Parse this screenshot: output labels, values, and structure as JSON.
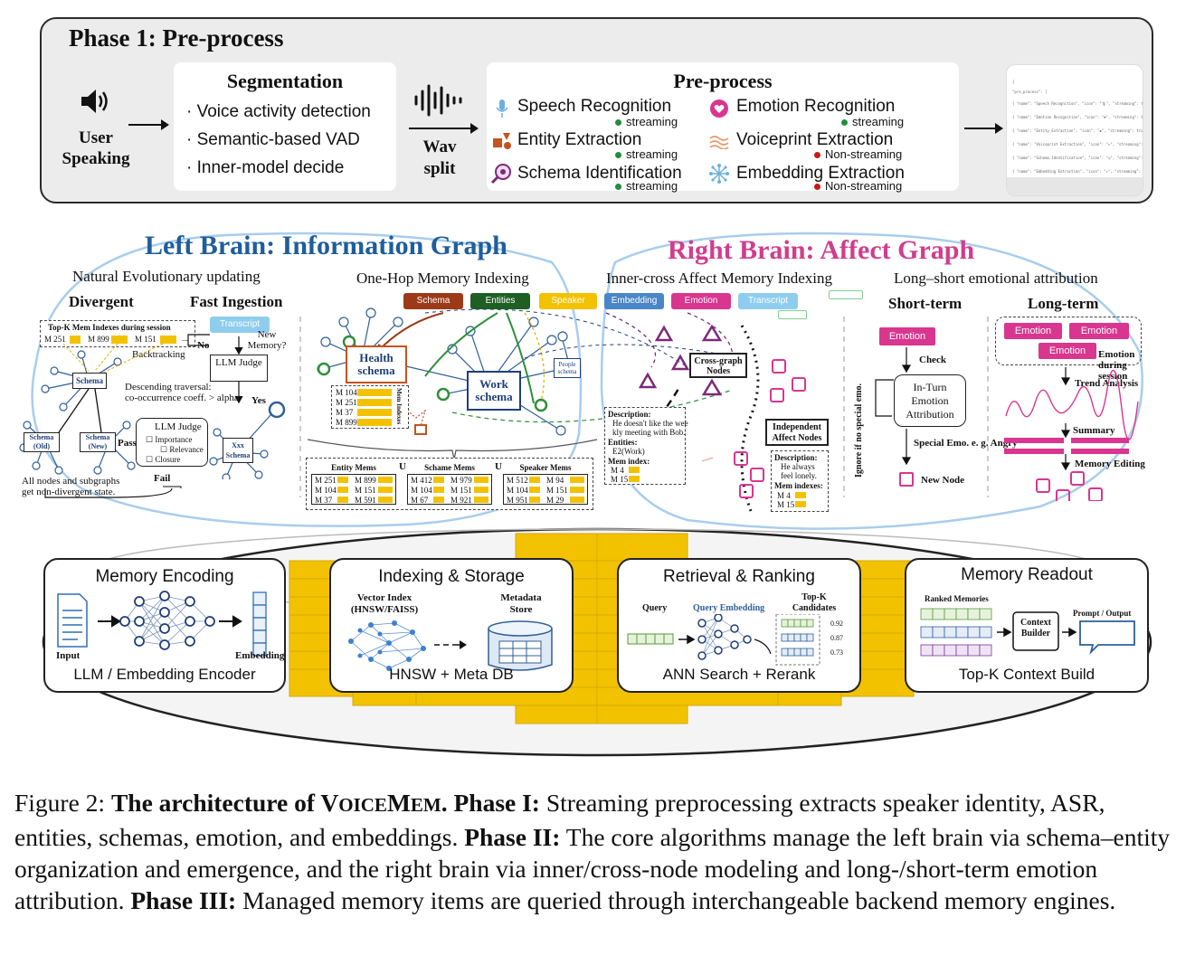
{
  "phase1": {
    "title": "Phase 1: Pre-process",
    "user_speaking_1": "User",
    "user_speaking_2": "Speaking",
    "segmentation": {
      "title": "Segmentation",
      "items": [
        "· Voice activity detection",
        "· Semantic-based VAD",
        "· Inner-model decide"
      ]
    },
    "wav_1": "Wav",
    "wav_2": "split",
    "preprocess": {
      "title": "Pre-process",
      "items": [
        {
          "label": "Speech Recognition",
          "status": "streaming"
        },
        {
          "label": "Entity Extraction",
          "status": "streaming"
        },
        {
          "label": "Schema Identification",
          "status": "streaming"
        },
        {
          "label": "Emotion Recognition",
          "status": "streaming"
        },
        {
          "label": "Voiceprint Extraction",
          "status": "Non-streaming"
        },
        {
          "label": "Embedding Extraction",
          "status": "Non-streaming"
        }
      ]
    },
    "json_lines": [
      "{",
      "  \"pre_process\": [",
      "    { \"name\": \"Speech Recognition\", \"icon\": \"🎙\", \"streaming\": true },",
      "    { \"name\": \"Emotion Recognition\", \"icon\": \"❤\", \"streaming\": true },",
      "    { \"name\": \"Entity Extraction\", \"icon\": \"◆\", \"streaming\": true },",
      "    { \"name\": \"Voiceprint Extraction\", \"icon\": \"≈\", \"streaming\": false },",
      "    { \"name\": \"Schema Identification\", \"icon\": \"◎\", \"streaming\": true },",
      "    { \"name\": \"Embedding Extraction\", \"icon\": \"✳\", \"streaming\": false }",
      "  ]",
      "}"
    ]
  },
  "left_brain": {
    "title": "Left Brain: Information Graph",
    "natural": "Natural Evolutionary updating",
    "divergent": "Divergent",
    "fast_ingestion": "Fast Ingestion",
    "topk_title": "Top-K Mem Indexes during session",
    "topk_items": [
      "M 251",
      "M 899",
      "M 151",
      "..."
    ],
    "backtracking": "Backtracking",
    "schema": "Schema",
    "schema_old": "Schema (Old)",
    "schema_new": "Schema (New)",
    "descending": "Descending traversal:",
    "cooccurrence": "co-occurrence coeff. > alpha",
    "llm_judge_box": "LLM Judge",
    "criteria": [
      "Importance",
      "Relevance",
      "Closure"
    ],
    "pass": "Pass",
    "fail": "Fail",
    "transcript": "Transcript",
    "new_memory": "New Memory?",
    "no": "No",
    "yes": "Yes",
    "llm_judge": "LLM Judge",
    "xxx_schema": "Xxx Schema",
    "all_nodes": "All nodes and subgraphs",
    "get_non_div": "get non-divergent state.",
    "one_hop": "One-Hop Memory Indexing",
    "legend": [
      "Schema",
      "Entities",
      "Speaker",
      "Embedding",
      "Emotion",
      "Transcript"
    ],
    "health": "Health schema",
    "work": "Work schema",
    "people": "People schema",
    "mem_index": "Mem Indexes",
    "health_mems": [
      "M 104",
      "M 251",
      "M 37",
      "M 899"
    ],
    "entity_mems": {
      "title": "Entity Mems",
      "items": [
        "M 251",
        "M 899",
        "M 104",
        "M 151",
        "M 37",
        "M 591"
      ]
    },
    "schame_mems": {
      "title": "Schame Mems",
      "items": [
        "M 412",
        "M 979",
        "M 104",
        "M 151",
        "M 67",
        "M 921"
      ]
    },
    "speaker_mems": {
      "title": "Speaker Mems",
      "items": [
        "M 512",
        "M 94",
        "M 104",
        "M 151",
        "M 951",
        "M 29"
      ]
    },
    "union": "U"
  },
  "right_brain": {
    "title": "Right Brain: Affect Graph",
    "inner_cross": "Inner-cross Affect Memory Indexing",
    "cross_graph": "Cross-graph Nodes",
    "desc1_title": "Description:",
    "desc1_text": [
      "He doesn't like the wee",
      "kly meeting with Bob."
    ],
    "entities_label": "Entities:",
    "entities_value": "E2(Work)",
    "mem_index_label": "Mem index:",
    "mem_index_items": [
      "M 4",
      "M 15"
    ],
    "independent": "Independent Affect Nodes",
    "desc2_title": "Description:",
    "desc2_text": [
      "He always",
      "feel lonely."
    ],
    "mem_indexes_label": "Mem indexes:",
    "long_short": "Long–short emotional attribution",
    "short_term": "Short-term",
    "long_term": "Long-term",
    "emotion": "Emotion",
    "check": "Check",
    "ignore": "Ignore if no special emo.",
    "in_turn": "In-Turn Emotion Attribution",
    "special": "Special Emo. e. g. Angry",
    "new_node": "New Node",
    "emotion_during": "Emotion during session",
    "trend": "Trend Analysis",
    "summary": "Summary",
    "mem_editing": "Memory Editing"
  },
  "phase3": {
    "encoding": {
      "title": "Memory Encoding",
      "input": "Input",
      "embedding": "Embedding",
      "footer": "LLM / Embedding Encoder"
    },
    "indexing": {
      "title": "Indexing & Storage",
      "vector": "Vector Index",
      "vector2": "(HNSW/FAISS)",
      "metadata": "Metadata",
      "store": "Store",
      "footer": "HNSW + Meta DB"
    },
    "retrieval": {
      "title": "Retrieval & Ranking",
      "query": "Query",
      "query_emb": "Query Embedding",
      "topk": "Top-K",
      "candidates": "Candidates",
      "scores": [
        "0.92",
        "0.87",
        "0.73"
      ],
      "footer": "ANN Search + Rerank"
    },
    "readout": {
      "title": "Memory Readout",
      "ranked": "Ranked Memories",
      "context": "Context",
      "builder": "Builder",
      "prompt": "Prompt / Output",
      "footer": "Top-K Context Build"
    }
  },
  "caption": {
    "fig": "Figure 2: ",
    "b1": "The architecture of ",
    "name_v": "V",
    "name_oice": "OICE",
    "name_m": "M",
    "name_em": "EM",
    "b1_end": ".",
    "p1": " Phase I:",
    "t1": " Streaming preprocessing extracts speaker identity, ASR, entities, schemas, emotion, and embeddings. ",
    "p2": "Phase II:",
    "t2": " The core algorithms manage the left brain via schema–entity organization and emergence, and the right brain via inner/cross-node modeling and long-/short-term emotion attribution. ",
    "p3": "Phase III:",
    "t3": " Managed memory items are queried through interchangeable backend memory engines."
  },
  "colors": {
    "schema": "#9c3a18",
    "entities": "#1f5f24",
    "speaker": "#f2c200",
    "embedding": "#4a86c8",
    "emotion": "#d9368f",
    "transcript": "#8fcdee",
    "left_title": "#1f5d9c",
    "right_title": "#d13d8d",
    "triangle": "#7a2a78"
  }
}
